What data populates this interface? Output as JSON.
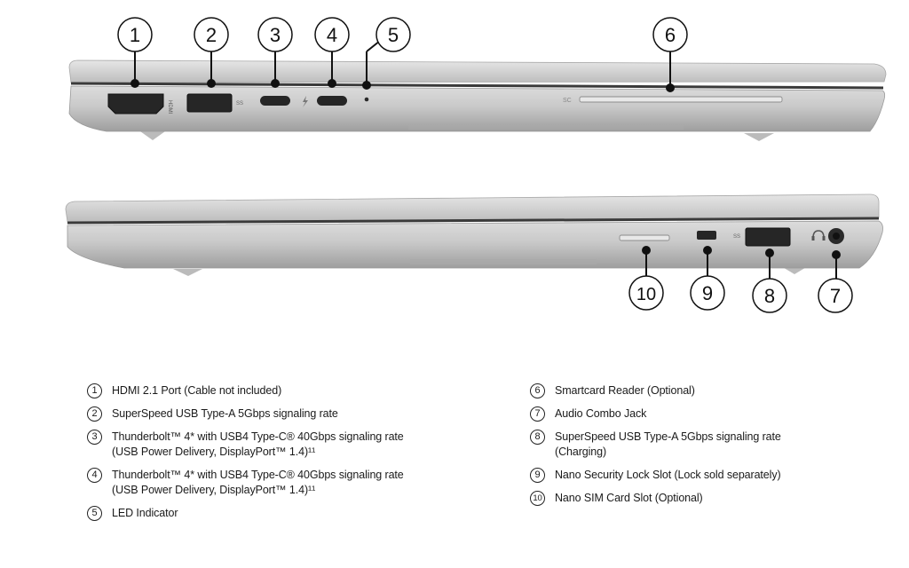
{
  "callouts": [
    "1",
    "2",
    "3",
    "4",
    "5",
    "6",
    "7",
    "8",
    "9",
    "10"
  ],
  "labels": {
    "hdmi_port": "HDMI",
    "usb_symbol": "SS",
    "smartcard": "SC"
  },
  "legend": {
    "left": [
      {
        "num": "1",
        "text": "HDMI 2.1 Port (Cable not included)"
      },
      {
        "num": "2",
        "text": "SuperSpeed USB Type-A 5Gbps signaling rate"
      },
      {
        "num": "3",
        "text": "Thunderbolt™ 4* with USB4 Type-C® 40Gbps signaling rate (USB Power Delivery, DisplayPort™ 1.4)¹¹"
      },
      {
        "num": "4",
        "text": "Thunderbolt™ 4* with USB4 Type-C® 40Gbps signaling rate (USB Power Delivery, DisplayPort™ 1.4)¹¹"
      },
      {
        "num": "5",
        "text": "LED Indicator"
      }
    ],
    "right": [
      {
        "num": "6",
        "text": "Smartcard Reader (Optional)"
      },
      {
        "num": "7",
        "text": "Audio Combo Jack"
      },
      {
        "num": "8",
        "text": "SuperSpeed USB Type-A 5Gbps signaling rate (Charging)"
      },
      {
        "num": "9",
        "text": "Nano Security Lock Slot (Lock sold separately)"
      },
      {
        "num": "10",
        "text": "Nano SIM Card Slot (Optional)"
      }
    ]
  }
}
